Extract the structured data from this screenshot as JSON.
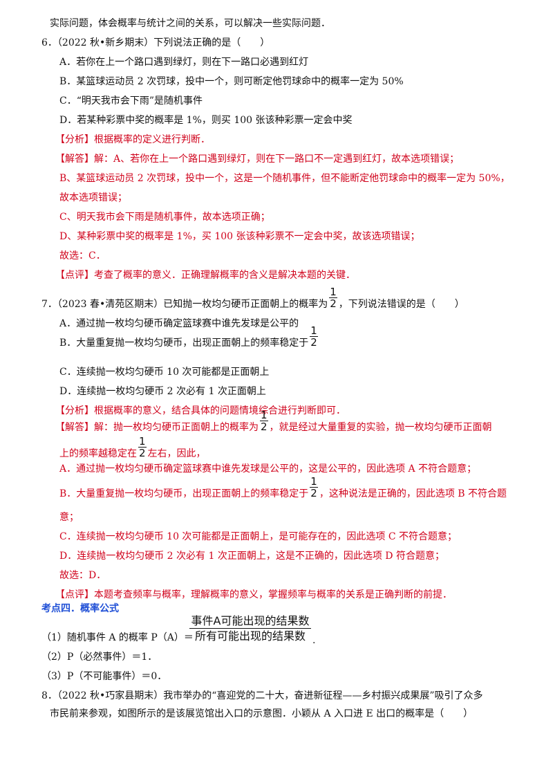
{
  "intro": "实际问题，体会概率与统计之间的关系，可以解决一些实际问题．",
  "q6": {
    "stem": "6．（2022 秋•新乡期末）下列说法正确的是（　　）",
    "A": "A．若你在上一个路口遇到绿灯，则在下一路口必遇到红灯",
    "B": "B．某篮球运动员 2 次罚球，投中一个，则可断定他罚球命中的概率一定为 50%",
    "C": "C．“明天我市会下雨”是随机事件",
    "D": "D．若某种彩票中奖的概率是 1%，则买 100 张该种彩票一定会中奖",
    "analysis_tag": "【分析】",
    "analysis": "根据概率的定义进行判断．",
    "answer_tag": "【解答】",
    "answer_1": "解：A、若你在上一个路口遇到绿灯，则在下一路口不一定遇到红灯，故本选项错误；",
    "answer_2": "B、某篮球运动员 2 次罚球，投中一个，这是一个随机事件，但不能断定他罚球命中的概率一定为 50%，",
    "answer_3": "故本选项错误；",
    "answer_4": "C、明天我市会下雨是随机事件，故本选项正确；",
    "answer_5": "D、某种彩票中奖的概率是 1%，买 100 张该种彩票不一定会中奖，故该选项错误；",
    "answer_6": "故选：C．",
    "comment_tag": "【点评】",
    "comment": "考查了概率的意义．正确理解概率的含义是解决本题的关键．"
  },
  "q7": {
    "stem_a": "7．（2023 春•清苑区期末）已知抛一枚均匀硬币正面朝上的概率为",
    "stem_b": "，下列说法错误的是（　　）",
    "A": "A．通过抛一枚均匀硬币确定篮球赛中谁先发球是公平的",
    "B": "B．大量重复抛一枚均匀硬币，出现正面朝上的频率稳定于",
    "C": "C．连续抛一枚均匀硬币 10 次可能都是正面朝上",
    "D": "D．连续抛一枚均匀硬币 2 次必有 1 次正面朝上",
    "analysis_tag": "【分析】",
    "analysis": "根据概率的意义，结合具体的问题情境综合进行判断即可．",
    "answer_tag": "【解答】",
    "answer_1a": "解：抛一枚均匀硬币正面朝上的概率为",
    "answer_1b": "，就是经过大量重复的实验，抛一枚均匀硬币正面朝",
    "answer_2a": "上的频率越稳定在",
    "answer_2b": "左右，因此，",
    "answer_3": "A．通过抛一枚均匀硬币确定篮球赛中谁先发球是公平的，这是公平的，因此选项 A 不符合题意；",
    "answer_4a": "B．大量重复抛一枚均匀硬币，出现正面朝上的频率稳定于",
    "answer_4b": "，这种说法是正确的，因此选项 B 不符合题",
    "answer_5": "意；",
    "answer_6": "C．连续抛一枚均匀硬币 10 次可能都是正面朝上，是可能存在的，因此选项 C 不符合题意；",
    "answer_7": "D．连续抛一枚均匀硬币 2 次必有 1 次正面朝上，这是不正确的，因此选项 D 符合题意；",
    "answer_8": "故选：D．",
    "comment_tag": "【点评】",
    "comment": "本题考查频率与概率，理解概率的意义，掌握频率与概率的关系是正确判断的前提．",
    "frac_num": "1",
    "frac_den": "2"
  },
  "section4": {
    "title": "考点四．概率公式",
    "f1_prefix": "（1）随机事件 A 的概率 P（A）＝",
    "f1_num": "事件A可能出现的结果数",
    "f1_den": "所有可能出现的结果数",
    "f1_suffix": ".",
    "f2": "（2）P（必然事件）＝1．",
    "f3": "（3）P（不可能事件）＝0．"
  },
  "q8": {
    "line1": "8．（2022 秋•巧家县期末）我市举办的“喜迎党的二十大，奋进新征程——乡村振兴成果展”吸引了众多",
    "line2": "市民前来参观，如图所示的是该展览馆出入口的示意图．小颖从 A 入口进 E 出口的概率是（　　）"
  }
}
